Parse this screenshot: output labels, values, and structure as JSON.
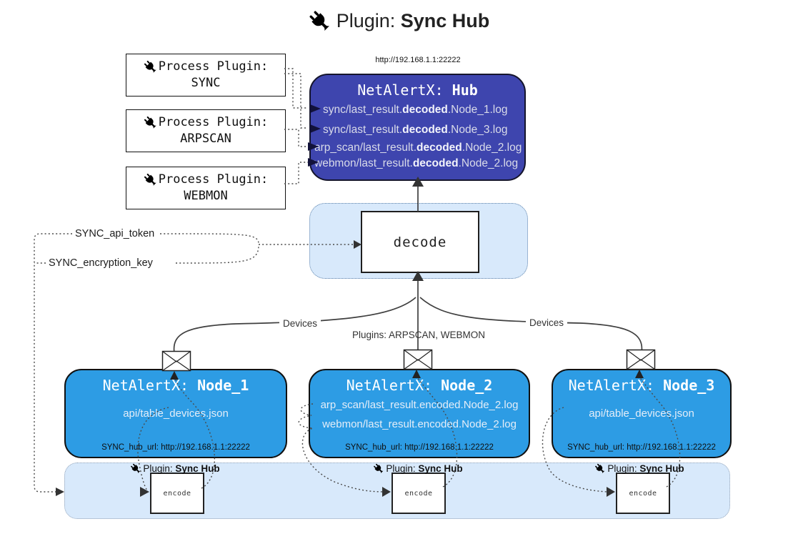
{
  "title": {
    "label": "Plugin:",
    "bold": "Sync Hub"
  },
  "colors": {
    "hub_fill": "#3E45AE",
    "node_fill": "#2D9CE4",
    "panel_fill": "#D8E9FB",
    "line": "#444444"
  },
  "hub": {
    "url": "http://192.168.1.1:22222",
    "name_prefix": "NetAlertX: ",
    "name_bold": "Hub",
    "logs": [
      {
        "pre": "sync/last_result.",
        "bold": "decoded",
        "post": ".Node_1.log"
      },
      {
        "pre": "sync/last_result.",
        "bold": "decoded",
        "post": ".Node_3.log"
      },
      {
        "pre": "arp_scan/last_result.",
        "bold": "decoded",
        "post": ".Node_2.log"
      },
      {
        "pre": "webmon/last_result.",
        "bold": "decoded",
        "post": ".Node_2.log"
      }
    ]
  },
  "process_plugins": [
    {
      "label": "Process Plugin:",
      "name": "SYNC"
    },
    {
      "label": "Process Plugin:",
      "name": "ARPSCAN"
    },
    {
      "label": "Process Plugin:",
      "name": "WEBMON"
    }
  ],
  "decode": {
    "label": "decode"
  },
  "settings": {
    "api_token": "SYNC_api_token",
    "encryption_key": "SYNC_encryption_key"
  },
  "edge_labels": {
    "devices_left": "Devices",
    "devices_right": "Devices",
    "plugins": "Plugins: ARPSCAN, WEBMON"
  },
  "nodes": [
    {
      "name_prefix": "NetAlertX: ",
      "name_bold": "Node_1",
      "files": [
        "api/table_devices.json"
      ],
      "hub_url": "SYNC_hub_url: http://192.168.1.1:22222"
    },
    {
      "name_prefix": "NetAlertX: ",
      "name_bold": "Node_2",
      "files": [
        "arp_scan/last_result.encoded.Node_2.log",
        "webmon/last_result.encoded.Node_2.log"
      ],
      "hub_url": "SYNC_hub_url: http://192.168.1.1:22222"
    },
    {
      "name_prefix": "NetAlertX: ",
      "name_bold": "Node_3",
      "files": [
        "api/table_devices.json"
      ],
      "hub_url": "SYNC_hub_url: http://192.168.1.1:22222"
    }
  ],
  "encoder": {
    "plugin_prefix": "Plugin:",
    "plugin_bold": "Sync Hub",
    "encode_label": "encode"
  }
}
